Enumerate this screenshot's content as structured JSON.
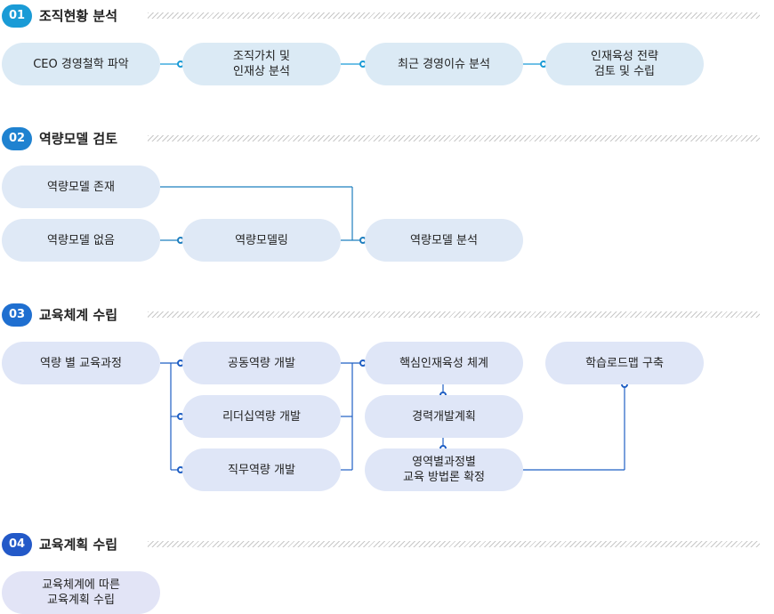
{
  "colors": {
    "s1_badge": "#1a9bd6",
    "s2_badge": "#1f82d0",
    "s3_badge": "#1f6fd0",
    "s4_badge": "#2359c8",
    "line_s1": "#1a9bd6",
    "line_s2": "#1f7fbf",
    "line_s3": "#1f5fc4"
  },
  "sections": [
    {
      "number": "01",
      "title": "조직현황 분석",
      "nodes": [
        "CEO 경영철학 파악",
        "조직가치 및\n인재상 분석",
        "최근 경영이슈 분석",
        "인재육성 전략\n검토 및 수립"
      ]
    },
    {
      "number": "02",
      "title": "역량모델 검토",
      "nodes": [
        "역량모델 존재",
        "역량모델 없음",
        "역량모델링",
        "역량모델 분석"
      ]
    },
    {
      "number": "03",
      "title": "교육체계 수립",
      "nodes": [
        "역량 별 교육과정",
        "공동역량 개발",
        "리더십역량 개발",
        "직무역량 개발",
        "핵심인재육성 체계",
        "경력개발계획",
        "영역별과정별\n교육 방법론 확정",
        "학습로드맵 구축"
      ]
    },
    {
      "number": "04",
      "title": "교육계획 수립",
      "nodes": [
        "교육체계에 따른\n교육계획 수립"
      ]
    }
  ]
}
